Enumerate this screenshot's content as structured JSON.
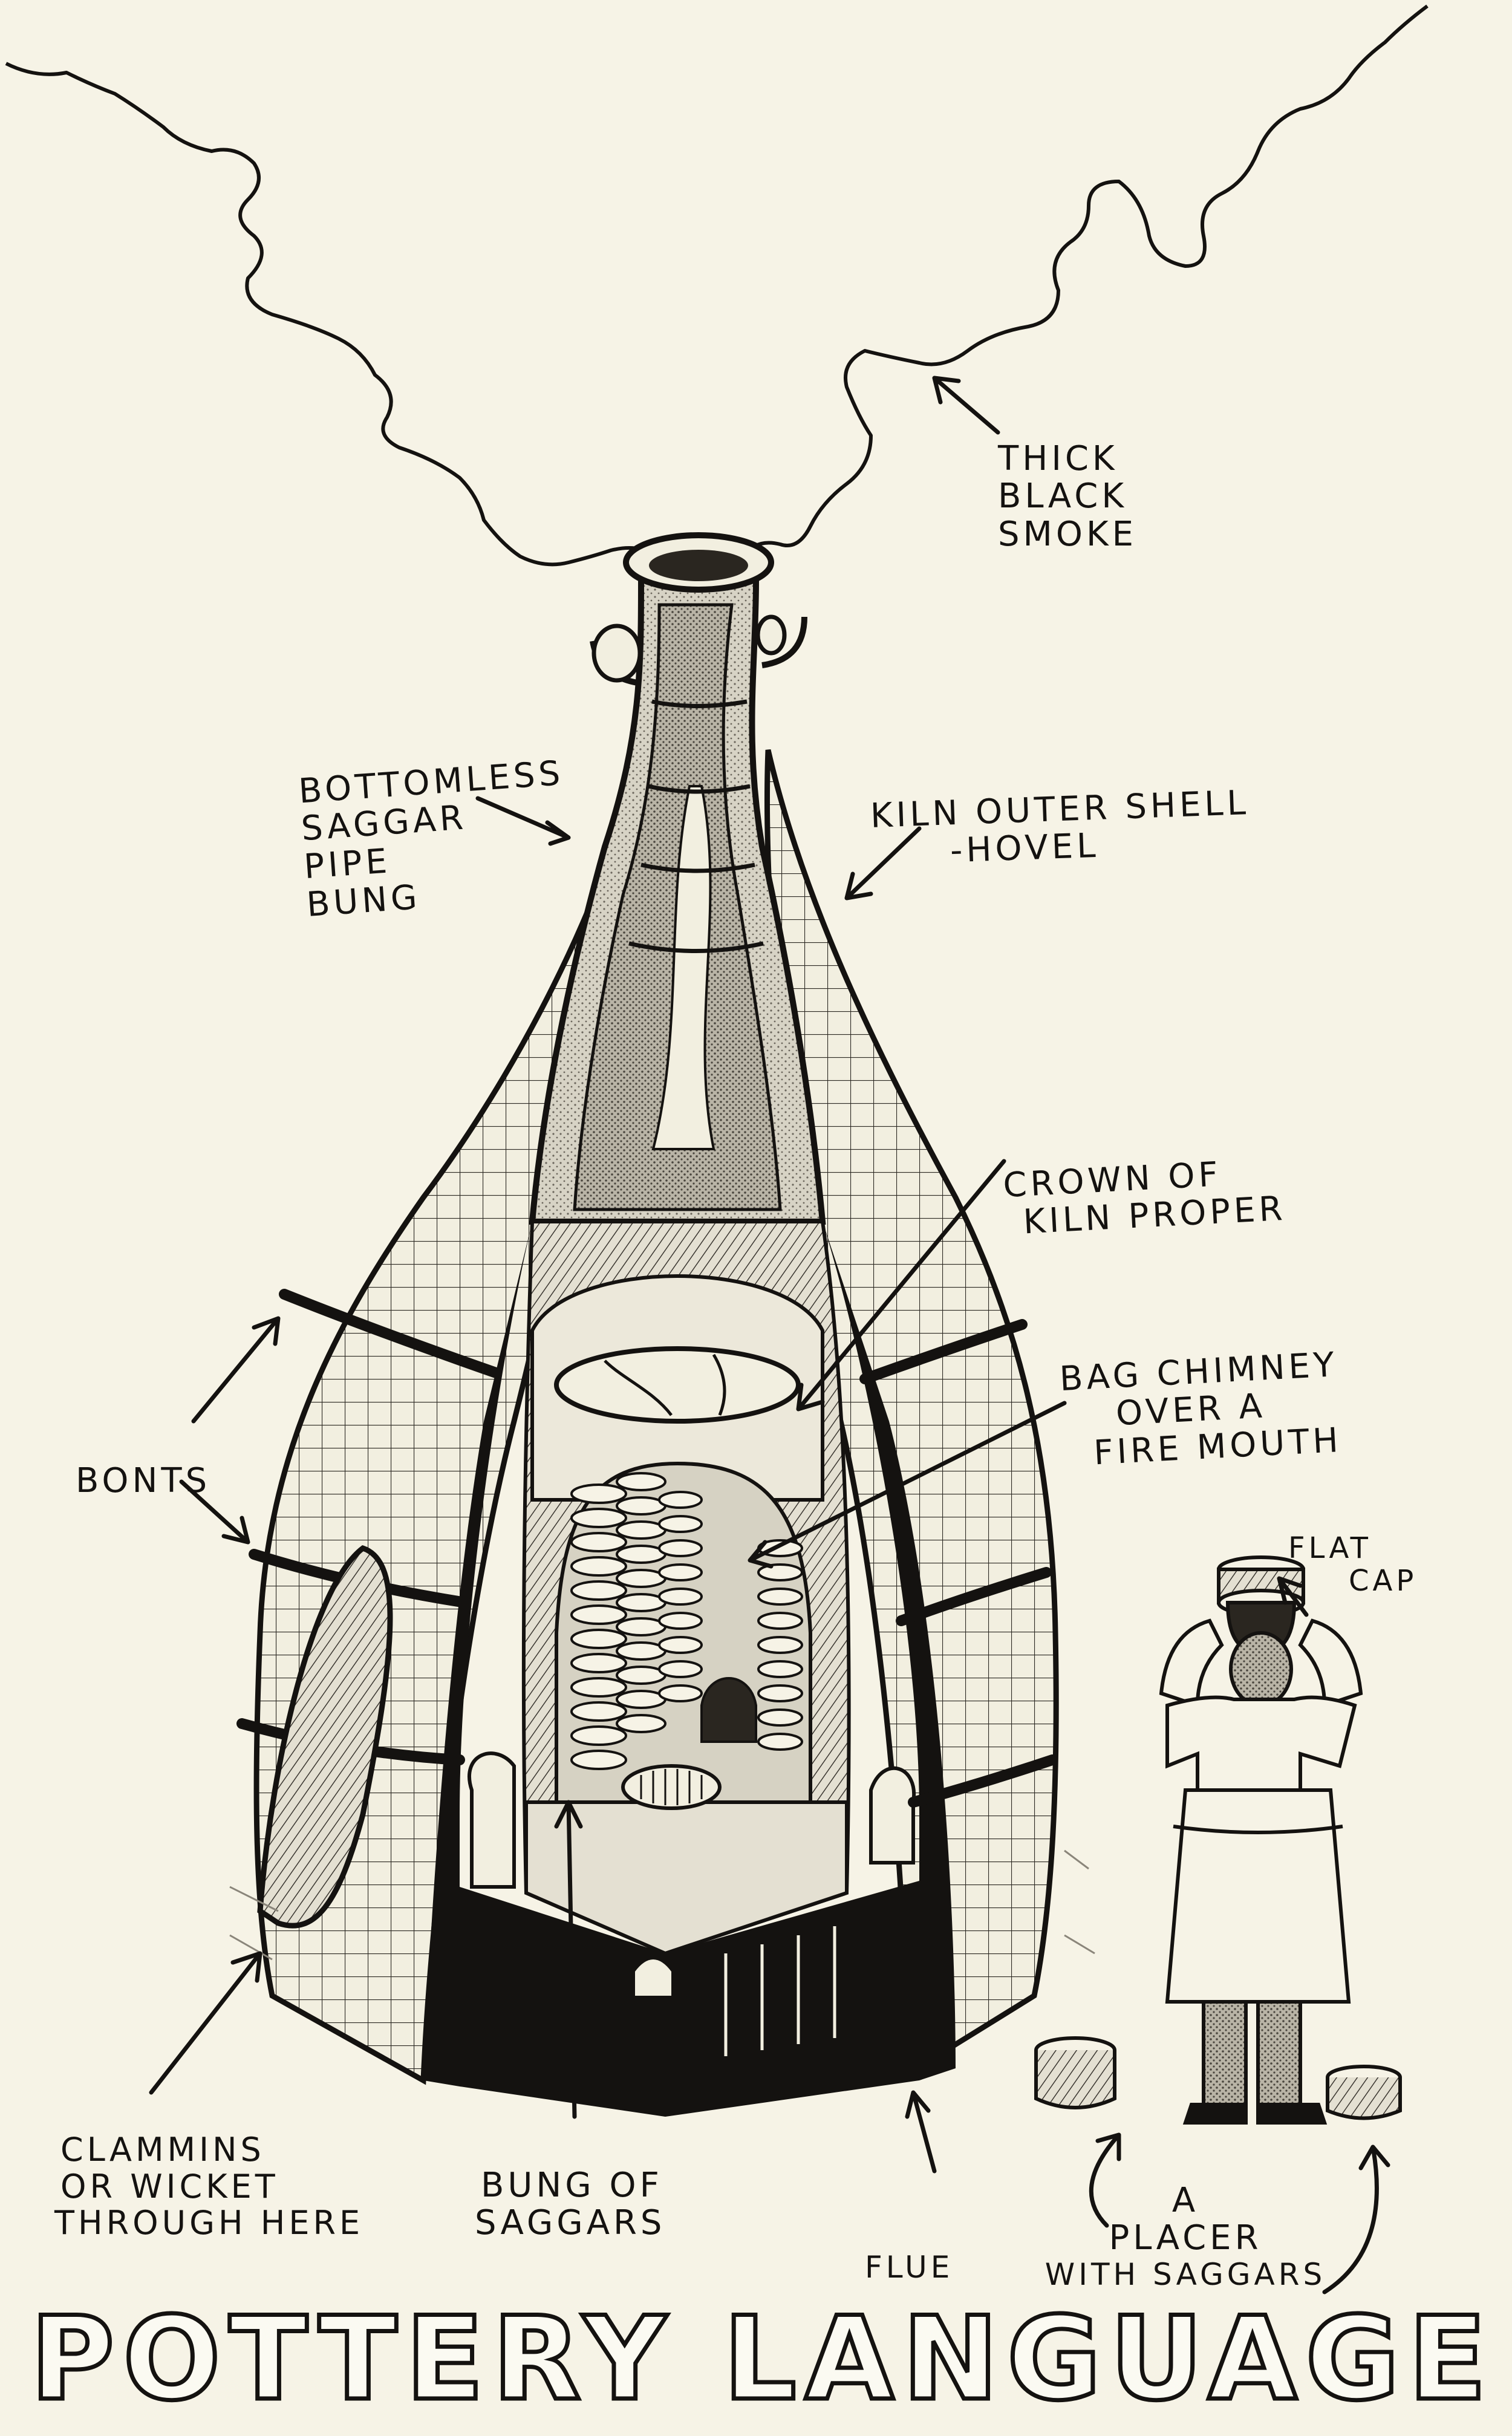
{
  "labels": {
    "smoke": [
      "THICK",
      "BLACK",
      "SMOKE"
    ],
    "bung_pipe": [
      "BOTTOMLESS",
      "SAGGAR",
      "PIPE",
      "BUNG"
    ],
    "hovel": [
      "KILN OUTER SHELL",
      "-HOVEL"
    ],
    "crown": [
      "CROWN OF",
      "KILN PROPER"
    ],
    "bag_chimney": [
      "BAG CHIMNEY",
      "OVER A",
      "FIRE MOUTH"
    ],
    "bonts": [
      "BONTS"
    ],
    "flat_cap": [
      "FLAT",
      "CAP"
    ],
    "clammins": [
      "CLAMMINS",
      "OR WICKET",
      "THROUGH HERE"
    ],
    "bung_saggars": [
      "BUNG OF",
      "SAGGARS"
    ],
    "flue": [
      "FLUE"
    ],
    "placer": [
      "A",
      "PLACER",
      "WITH SAGGARS"
    ]
  },
  "title": "POTTERY LANGUAGE",
  "colors": {
    "paper": "#f6f3e6",
    "ink": "#141210"
  }
}
